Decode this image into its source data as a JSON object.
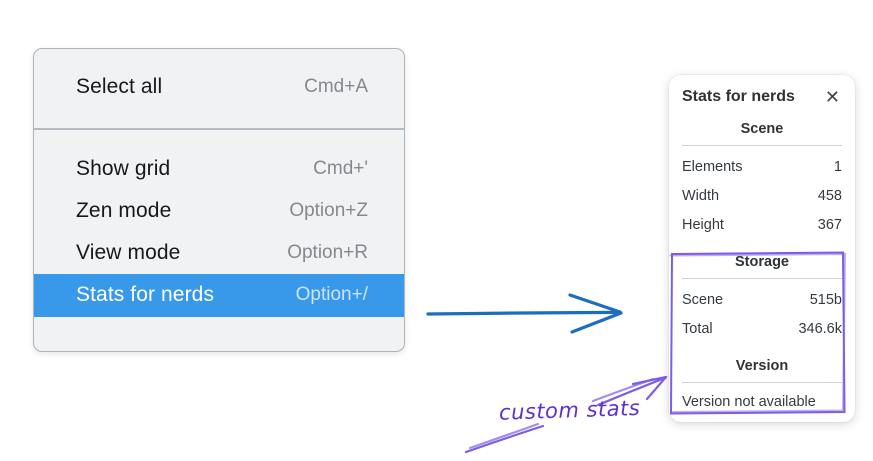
{
  "context_menu": {
    "items": [
      {
        "label": "Select all",
        "shortcut": "Cmd+A",
        "selected": false
      },
      {
        "label": "Show grid",
        "shortcut": "Cmd+'",
        "selected": false
      },
      {
        "label": "Zen mode",
        "shortcut": "Option+Z",
        "selected": false
      },
      {
        "label": "View mode",
        "shortcut": "Option+R",
        "selected": false
      },
      {
        "label": "Stats for nerds",
        "shortcut": "Option+/",
        "selected": true
      }
    ],
    "highlight_color": "#3898ea"
  },
  "stats_panel": {
    "title": "Stats for nerds",
    "close_icon": "✕",
    "sections": [
      {
        "heading": "Scene",
        "rows": [
          {
            "label": "Elements",
            "value": "1"
          },
          {
            "label": "Width",
            "value": "458"
          },
          {
            "label": "Height",
            "value": "367"
          }
        ]
      },
      {
        "heading": "Storage",
        "rows": [
          {
            "label": "Scene",
            "value": "515b"
          },
          {
            "label": "Total",
            "value": "346.6k"
          }
        ]
      },
      {
        "heading": "Version",
        "note": "Version not available"
      }
    ]
  },
  "annotations": {
    "custom_stats_label": "custom stats",
    "label_color": "#5e2fd1",
    "purple_stroke": "#7d5ce6",
    "blue_arrow_color": "#1b6ebe"
  }
}
